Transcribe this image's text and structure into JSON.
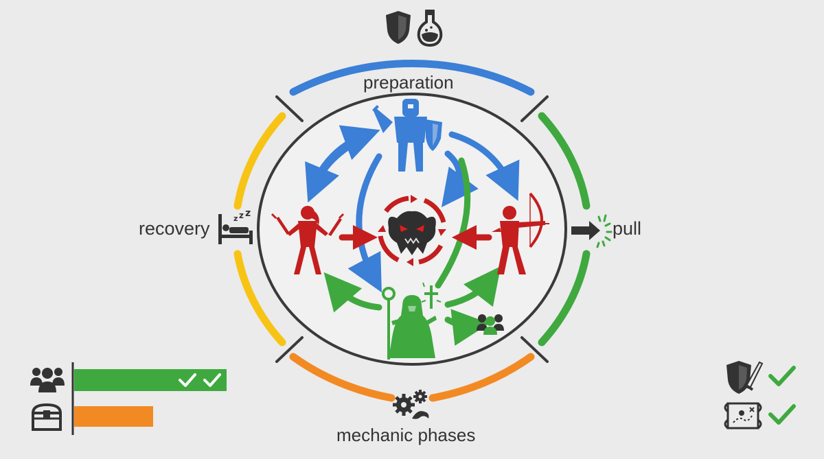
{
  "phases": {
    "preparation": "preparation",
    "pull": "pull",
    "mechanic": "mechanic phases",
    "recovery": "recovery"
  },
  "colors": {
    "preparation": "#3b7fd6",
    "pull": "#3fa93f",
    "mechanic": "#f28a24",
    "recovery": "#f7c416",
    "tank": "#3b7fd6",
    "dps": "#c41e1e",
    "healer": "#3fa93f",
    "boss": "#2f2f2f",
    "ring": "#3a3a3a"
  },
  "roles": {
    "tank": "tank-icon",
    "melee_dps": "melee-dps-icon",
    "ranged_dps": "archer-icon",
    "healer": "healer-icon",
    "boss": "boss-icon"
  },
  "status_bars": {
    "group_ready": 0.75,
    "loot_progress": 0.39
  },
  "checklist": [
    {
      "icon": "shield-sword-icon",
      "status": "check-icon"
    },
    {
      "icon": "map-icon",
      "status": "check-icon"
    }
  ]
}
